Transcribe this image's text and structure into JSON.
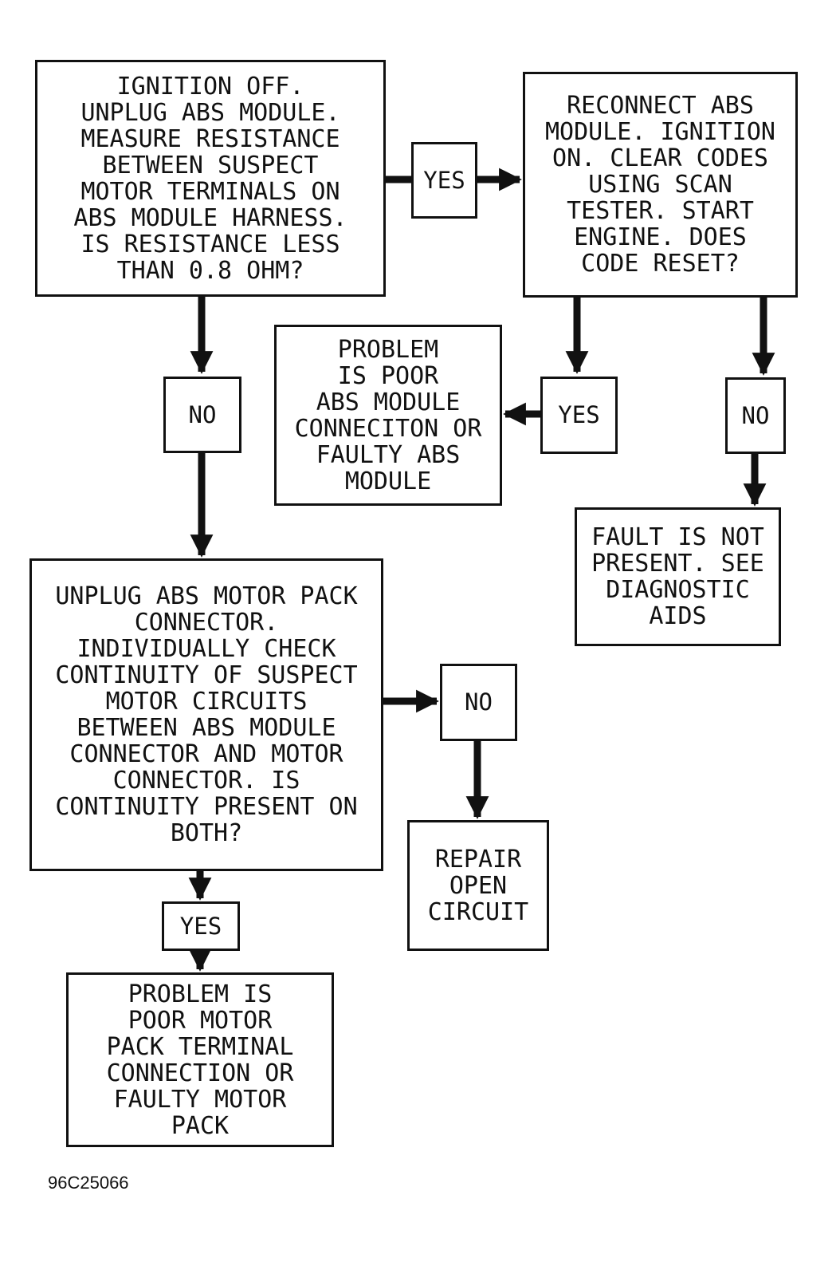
{
  "boxes": {
    "step1": [
      "IGNITION OFF.",
      "UNPLUG ABS MODULE.",
      "MEASURE RESISTANCE",
      "BETWEEN SUSPECT",
      "MOTOR TERMINALS ON",
      "ABS MODULE HARNESS.",
      "IS RESISTANCE LESS",
      "THAN 0.8 OHM?"
    ],
    "step2": [
      "RECONNECT ABS",
      "MODULE. IGNITION",
      "ON. CLEAR CODES",
      "USING SCAN",
      "TESTER. START",
      "ENGINE. DOES",
      "CODE RESET?"
    ],
    "result_module": [
      "PROBLEM",
      "IS POOR",
      "ABS MODULE",
      "CONNECITON OR",
      "FAULTY ABS",
      "MODULE"
    ],
    "result_not_present": [
      "FAULT IS NOT",
      "PRESENT. SEE",
      "DIAGNOSTIC",
      "AIDS"
    ],
    "step3": [
      "UNPLUG ABS MOTOR PACK",
      "CONNECTOR.",
      "INDIVIDUALLY CHECK",
      "CONTINUITY OF SUSPECT",
      "MOTOR CIRCUITS",
      "BETWEEN ABS MODULE",
      "CONNECTOR AND MOTOR",
      "CONNECTOR. IS",
      "CONTINUITY PRESENT ON",
      "BOTH?"
    ],
    "result_repair": [
      "REPAIR",
      "OPEN",
      "CIRCUIT"
    ],
    "result_motor_pack": [
      "PROBLEM IS",
      "POOR MOTOR",
      "PACK TERMINAL",
      "CONNECTION OR",
      "FAULTY MOTOR",
      "PACK"
    ]
  },
  "labels": {
    "yes_1": "YES",
    "no_1": "NO",
    "yes_2": "YES",
    "no_2": "NO",
    "no_3": "NO",
    "yes_3": "YES"
  },
  "figure_id": "96C25066",
  "colors": {
    "ink": "#111111",
    "background": "#ffffff"
  }
}
